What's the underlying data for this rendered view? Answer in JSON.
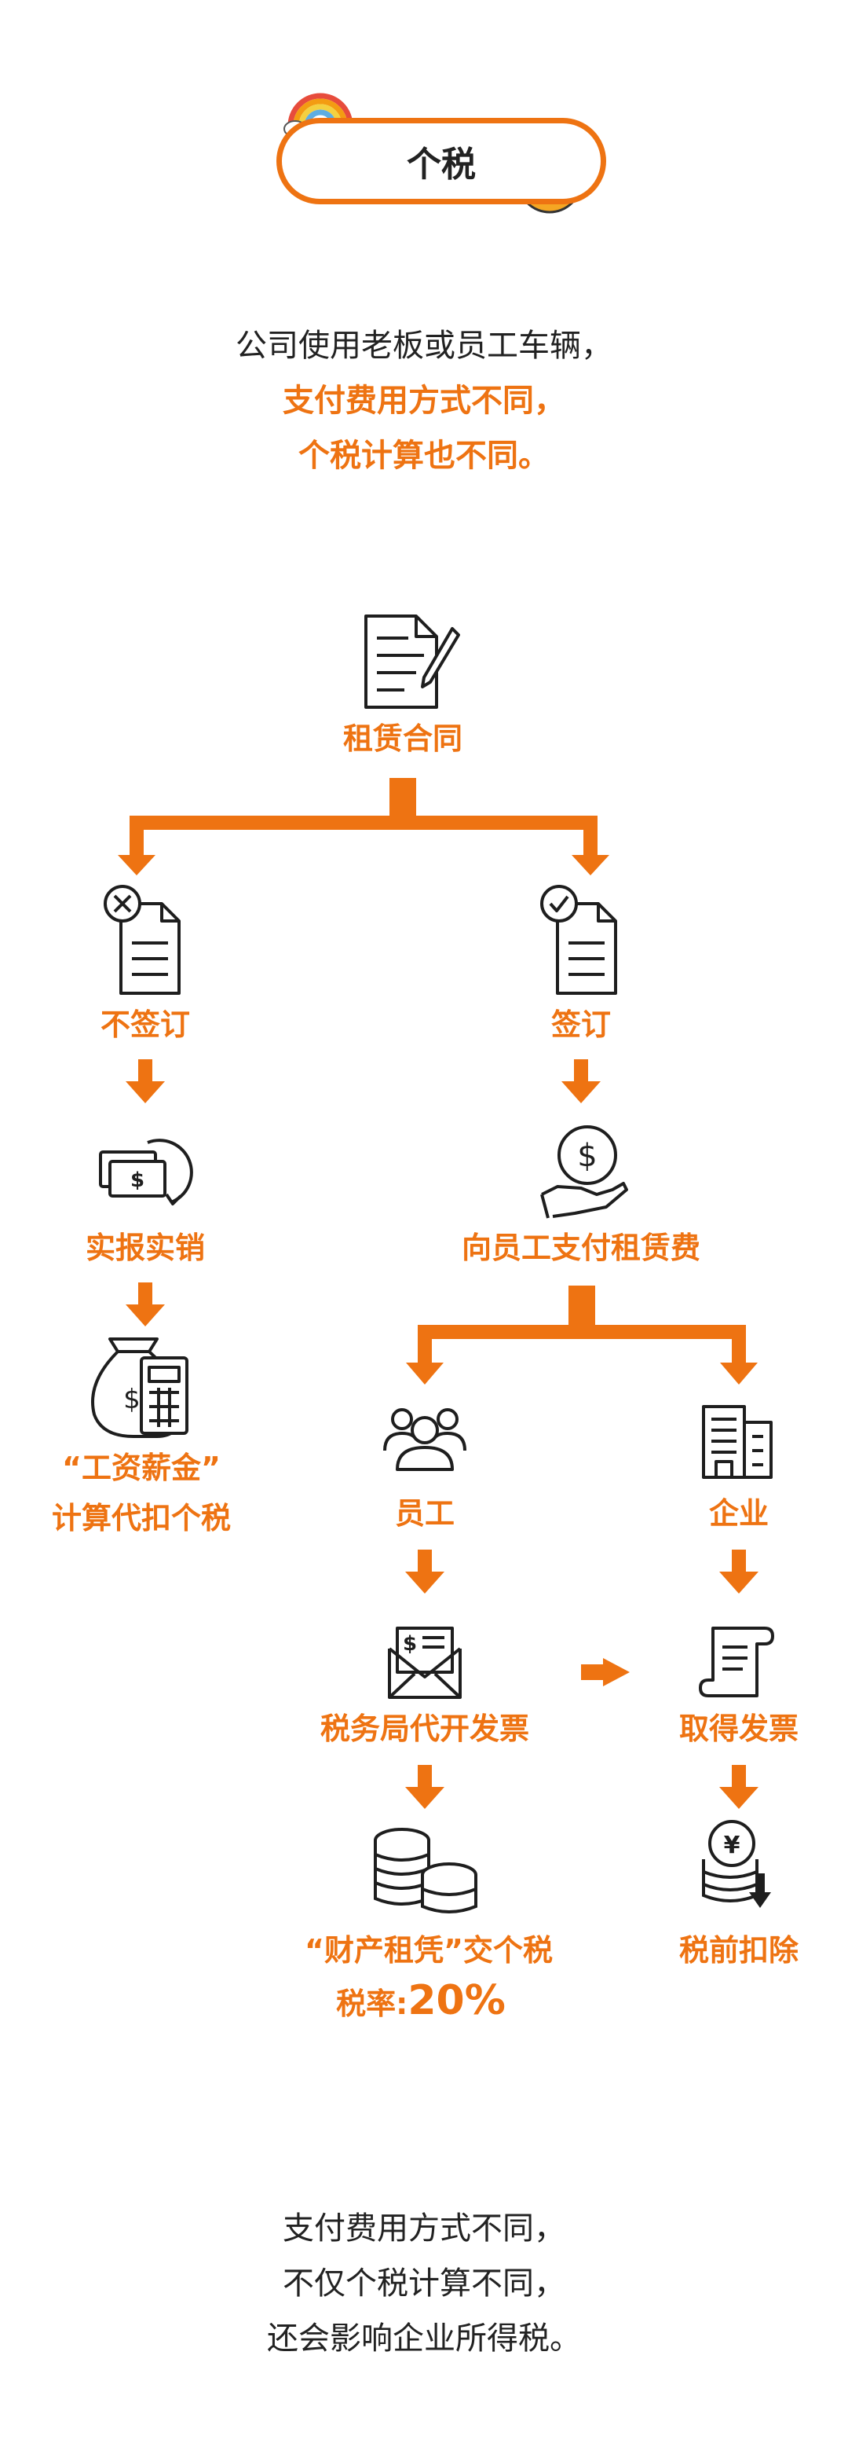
{
  "header": {
    "title": "个税"
  },
  "intro": {
    "line1": "公司使用老板或员工车辆，",
    "line2": "支付费用方式不同，",
    "line3": "个税计算也不同。"
  },
  "flow": {
    "root": "租赁合同",
    "left": {
      "branch": "不签订",
      "step1": "实报实销",
      "step2_line1": "“工资薪金”",
      "step2_line2": "计算代扣个税"
    },
    "right": {
      "branch": "签订",
      "step1": "向员工支付租赁费",
      "employee": {
        "label": "员工",
        "step1": "税务局代开发票",
        "step2": "“财产租凭”交个税",
        "rate_label": "税率:",
        "rate_value": "20%"
      },
      "enterprise": {
        "label": "企业",
        "step1": "取得发票",
        "step2": "税前扣除"
      }
    }
  },
  "outro": {
    "line1": "支付费用方式不同，",
    "line2": "不仅个税计算不同，",
    "line3": "还会影响企业所得税。"
  },
  "colors": {
    "accent": "#EE7312",
    "text": "#222222",
    "icon": "#1E1E1E"
  },
  "icons": [
    "rainbow-icon",
    "mascot-icon",
    "contract-icon",
    "no-sign-doc-icon",
    "sign-doc-icon",
    "cash-icon",
    "dollar-hand-icon",
    "money-bag-calculator-icon",
    "people-icon",
    "building-icon",
    "invoice-envelope-icon",
    "receipt-scroll-icon",
    "coins-icon",
    "yen-coins-icon"
  ]
}
